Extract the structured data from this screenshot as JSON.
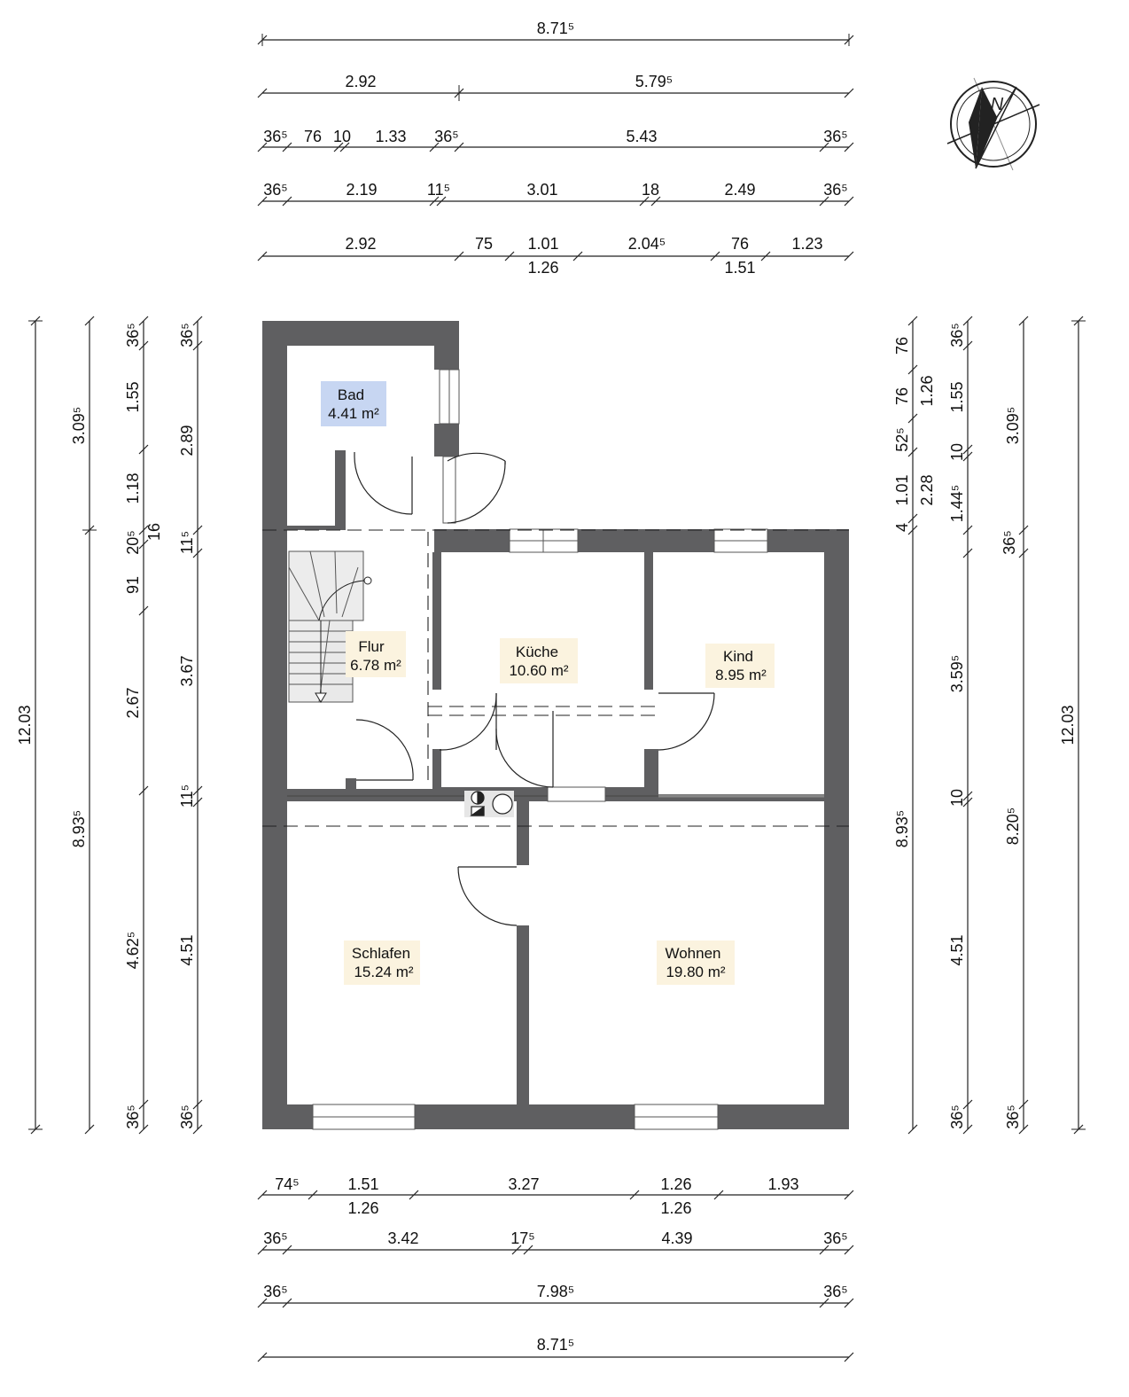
{
  "compass": {
    "label": "N"
  },
  "rooms": [
    {
      "id": "bad",
      "name": "Bad",
      "area": "4.41 m²",
      "bg": "#c7d6f2"
    },
    {
      "id": "flur",
      "name": "Flur",
      "area": "6.78 m²",
      "bg": "#fbf3df"
    },
    {
      "id": "kueche",
      "name": "Küche",
      "area": "10.60 m²",
      "bg": "#fbf3df"
    },
    {
      "id": "kind",
      "name": "Kind",
      "area": "8.95 m²",
      "bg": "#fbf3df"
    },
    {
      "id": "schlafen",
      "name": "Schlafen",
      "area": "15.24 m²",
      "bg": "#fbf3df"
    },
    {
      "id": "wohnen",
      "name": "Wohnen",
      "area": "19.80 m²",
      "bg": "#fbf3df"
    }
  ],
  "dimensions": {
    "top": {
      "row1": [
        "8.71⁵"
      ],
      "row2": [
        "2.92",
        "5.79⁵"
      ],
      "row3": [
        "36⁵",
        "76",
        "10",
        "1.33",
        "36⁵",
        "5.43",
        "36⁵"
      ],
      "row4": [
        "36⁵",
        "2.19",
        "11⁵",
        "3.01",
        "18",
        "2.49",
        "36⁵"
      ],
      "row5_above": [
        "2.92",
        "75",
        "1.01",
        "2.04⁵",
        "76",
        "1.23"
      ],
      "row5_below": [
        "1.26",
        "1.51"
      ]
    },
    "bottom": {
      "row1_above": [
        "74⁵",
        "1.51",
        "3.27",
        "1.26",
        "1.93"
      ],
      "row1_below": [
        "1.26",
        "1.26"
      ],
      "row2": [
        "36⁵",
        "3.42",
        "17⁵",
        "4.39",
        "36⁵"
      ],
      "row3": [
        "36⁵",
        "7.98⁵",
        "36⁵"
      ],
      "row4": [
        "8.71⁵"
      ]
    },
    "left": {
      "col1": [
        "12.03"
      ],
      "col2": [
        "3.09⁵",
        "8.93⁵"
      ],
      "col3": [
        "36⁵",
        "1.55",
        "1.18",
        "20⁵",
        "91",
        "2.67",
        "4.62⁵",
        "36⁵",
        "16"
      ],
      "col4": [
        "36⁵",
        "2.89",
        "11⁵",
        "3.67",
        "11⁵",
        "4.51",
        "36⁵"
      ]
    },
    "right": {
      "col1": [
        "76",
        "76",
        "52⁵",
        "1.01",
        "4"
      ],
      "col2": [
        "1.26",
        "2.28",
        "8.93⁵"
      ],
      "col3": [
        "36⁵",
        "1.55",
        "10",
        "1.44⁵",
        "36⁵",
        "3.59⁵",
        "10",
        "4.51",
        "36⁵"
      ],
      "col4": [
        "3.09⁵",
        "8.20⁵",
        "36⁵"
      ],
      "col5": [
        "12.03"
      ]
    }
  }
}
